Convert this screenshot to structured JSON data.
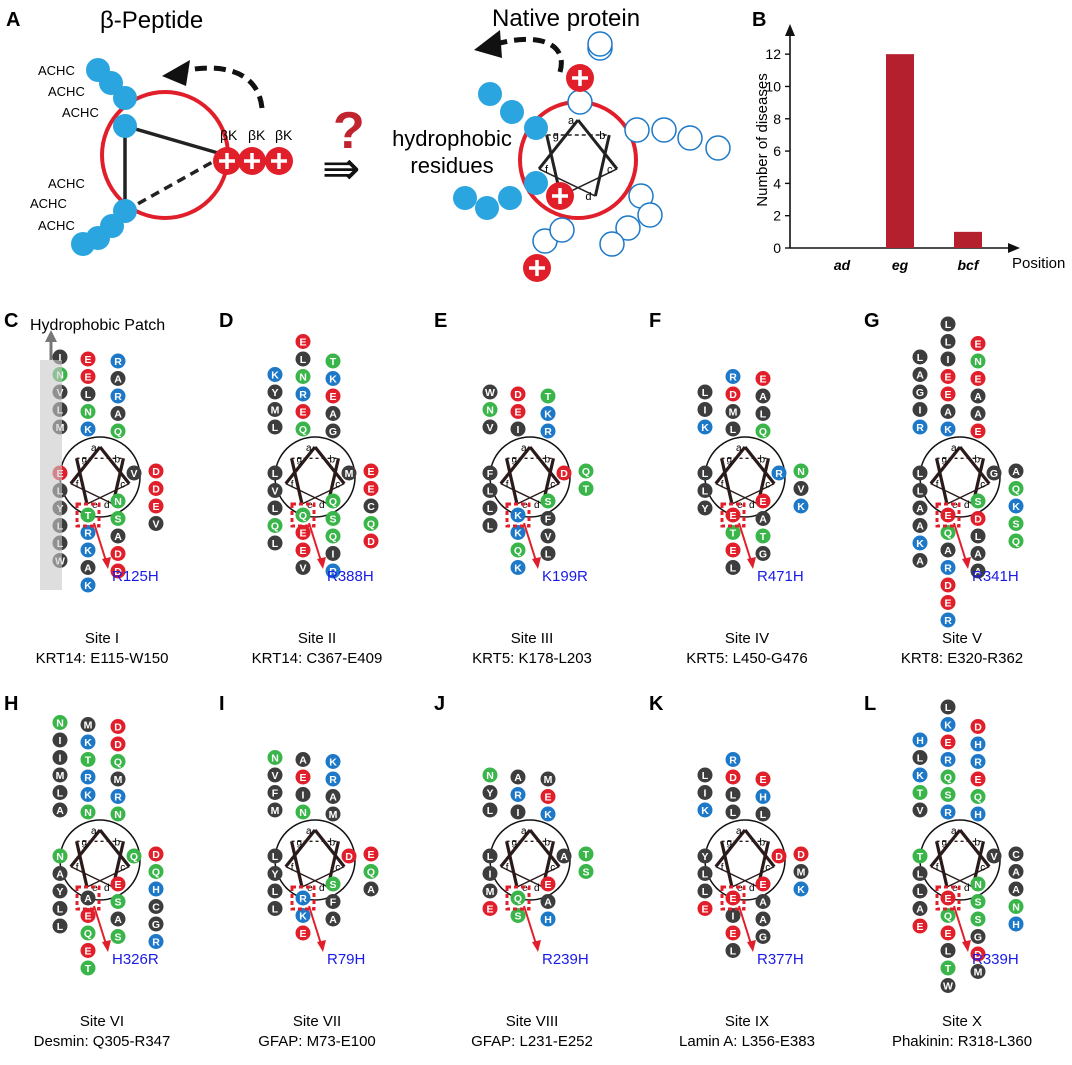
{
  "colors": {
    "hydrophobic": "#3d3d3d",
    "acidic": "#e11f2a",
    "basic": "#1d79c8",
    "polar": "#3ab54a",
    "beta_blue": "#2aa5df",
    "dark_red": "#b5202e",
    "mutation_blue": "#1a1ae6",
    "text": "#111111"
  },
  "panel_a": {
    "letter": "A",
    "beta_title": "β-Peptide",
    "native_title": "Native protein",
    "achc": "ACHC",
    "bk": "βK",
    "question": "?",
    "arrow_glyph": "⇛",
    "hydrophobic_residues": [
      "hydrophobic",
      "residues"
    ],
    "wheel_positions": [
      "a",
      "b",
      "c",
      "d",
      "e",
      "f",
      "g"
    ]
  },
  "chart_data": {
    "type": "bar",
    "letter": "B",
    "categories": [
      "ad",
      "eg",
      "bcf"
    ],
    "values": [
      0,
      12,
      1
    ],
    "xlabel": "Position",
    "ylabel": "Number of diseases",
    "ylim": [
      0,
      13
    ],
    "yticks": [
      0,
      2,
      4,
      6,
      8,
      10,
      12
    ],
    "grid": false,
    "legend": "none",
    "bar_color": "#b5202e"
  },
  "panel_c_extra": {
    "hydrophobic_patch": "Hydrophobic Patch"
  },
  "sites": [
    {
      "letter": "C",
      "title": "Site I",
      "range": "KRT14:  E115-W150",
      "mutation": "R125H",
      "stack_left": [
        "I",
        "N",
        "V",
        "L",
        "M"
      ],
      "stack_right": [
        "R",
        "A",
        "R",
        "A",
        "Q"
      ],
      "stack_inner": [
        "E",
        "E",
        "L",
        "N",
        "K"
      ],
      "helix_left": [
        "E",
        "L",
        "Y",
        "L",
        "L",
        "W"
      ],
      "helix_bottom": [
        "T",
        "R",
        "K",
        "A",
        "K"
      ],
      "helix_right_outer": [
        "D",
        "D",
        "E",
        "V"
      ],
      "helix_right_inner": [
        "N",
        "S",
        "A",
        "D",
        "D"
      ],
      "wheel_f": "V"
    },
    {
      "letter": "D",
      "title": "Site II",
      "range": "KRT14: C367-E409",
      "mutation": "R388H",
      "stack_left": [
        "K",
        "Y",
        "M",
        "L"
      ],
      "stack_right": [
        "T",
        "K",
        "E",
        "A",
        "G"
      ],
      "stack_inner": [
        "E",
        "L",
        "N",
        "R",
        "E",
        "Q"
      ],
      "helix_left": [
        "L",
        "V",
        "L",
        "Q",
        "L"
      ],
      "helix_bottom": [
        "Q",
        "E",
        "E",
        "V"
      ],
      "helix_right_outer": [
        "E",
        "E",
        "C",
        "Q",
        "D"
      ],
      "helix_right_inner": [
        "Q",
        "S",
        "Q",
        "I",
        "R"
      ],
      "wheel_f": "M"
    },
    {
      "letter": "E",
      "title": "Site III",
      "range": "KRT5: K178-L203",
      "mutation": "K199R",
      "stack_left": [
        "W",
        "N",
        "V"
      ],
      "stack_right": [
        "T",
        "K",
        "R"
      ],
      "stack_inner": [
        "D",
        "E",
        "I"
      ],
      "helix_left": [
        "F",
        "L",
        "L",
        "L"
      ],
      "helix_bottom": [
        "K",
        "K",
        "Q",
        "K"
      ],
      "helix_right_outer": [
        "Q",
        "T"
      ],
      "helix_right_inner": [
        "S",
        "F",
        "V",
        "L"
      ],
      "wheel_f": "D"
    },
    {
      "letter": "F",
      "title": "Site IV",
      "range": "KRT5: L450-G476",
      "mutation": "R471H",
      "stack_left": [
        "L",
        "I",
        "K"
      ],
      "stack_right": [
        "E",
        "A",
        "L",
        "Q"
      ],
      "stack_inner": [
        "R",
        "D",
        "M",
        "L"
      ],
      "helix_left": [
        "L",
        "L",
        "Y"
      ],
      "helix_bottom": [
        "E",
        "T",
        "E",
        "L"
      ],
      "helix_right_outer": [
        "N",
        "V",
        "K"
      ],
      "helix_right_inner": [
        "E",
        "A",
        "T",
        "G"
      ],
      "wheel_f": "R"
    },
    {
      "letter": "G",
      "title": "Site V",
      "range": "KRT8: E320-R362",
      "mutation": "R341H",
      "stack_left": [
        "L",
        "A",
        "G",
        "I",
        "R"
      ],
      "stack_right": [
        "E",
        "N",
        "E",
        "A",
        "A",
        "E"
      ],
      "stack_inner": [
        "L",
        "L",
        "I",
        "E",
        "E",
        "A",
        "K"
      ],
      "helix_left": [
        "L",
        "L",
        "A",
        "A",
        "K",
        "A"
      ],
      "helix_bottom": [
        "E",
        "Q",
        "A",
        "R",
        "D",
        "E",
        "R"
      ],
      "helix_right_outer": [
        "A",
        "Q",
        "K",
        "S",
        "Q"
      ],
      "helix_right_inner": [
        "S",
        "D",
        "L",
        "A",
        "A"
      ],
      "wheel_f": "G"
    },
    {
      "letter": "H",
      "title": "Site VI",
      "range": "Desmin: Q305-R347",
      "mutation": "H326R",
      "stack_left": [
        "N",
        "I",
        "I",
        "M",
        "L",
        "A"
      ],
      "stack_right": [
        "D",
        "D",
        "Q",
        "M",
        "R",
        "N"
      ],
      "stack_inner": [
        "M",
        "K",
        "T",
        "R",
        "K",
        "N"
      ],
      "helix_left": [
        "N",
        "A",
        "Y",
        "L",
        "L"
      ],
      "helix_bottom": [
        "A",
        "E",
        "Q",
        "E",
        "T"
      ],
      "helix_right_outer": [
        "D",
        "Q",
        "H",
        "C",
        "G",
        "R"
      ],
      "helix_right_inner": [
        "E",
        "S",
        "A",
        "S"
      ],
      "wheel_f": "Q"
    },
    {
      "letter": "I",
      "title": "Site VII",
      "range": "GFAP: M73-E100",
      "mutation": "R79H",
      "stack_left": [
        "N",
        "V",
        "F",
        "M"
      ],
      "stack_right": [
        "K",
        "R",
        "A",
        "M"
      ],
      "stack_inner": [
        "A",
        "E",
        "I",
        "N"
      ],
      "helix_left": [
        "L",
        "Y",
        "L",
        "L"
      ],
      "helix_bottom": [
        "R",
        "K",
        "E"
      ],
      "helix_right_outer": [
        "E",
        "Q",
        "A"
      ],
      "helix_right_inner": [
        "S",
        "F",
        "A"
      ],
      "wheel_f": "D"
    },
    {
      "letter": "J",
      "title": "Site VIII",
      "range": "GFAP: L231-E252",
      "mutation": "R239H",
      "stack_left": [
        "N",
        "Y",
        "L"
      ],
      "stack_right": [
        "M",
        "E",
        "K"
      ],
      "stack_inner": [
        "A",
        "R",
        "I"
      ],
      "helix_left": [
        "L",
        "I",
        "M",
        "E"
      ],
      "helix_bottom": [
        "Q",
        "S"
      ],
      "helix_right_outer": [
        "T",
        "S"
      ],
      "helix_right_inner": [
        "E",
        "A",
        "H"
      ],
      "wheel_f": "A"
    },
    {
      "letter": "K",
      "title": "Site IX",
      "range": "Lamin A: L356-E383",
      "mutation": "R377H",
      "stack_left": [
        "L",
        "I",
        "K"
      ],
      "stack_right": [
        "E",
        "H",
        "L"
      ],
      "stack_inner": [
        "R",
        "D",
        "L",
        "L"
      ],
      "helix_left": [
        "Y",
        "L",
        "L",
        "E"
      ],
      "helix_bottom": [
        "E",
        "I",
        "E",
        "L"
      ],
      "helix_right_outer": [
        "D",
        "M",
        "K"
      ],
      "helix_right_inner": [
        "E",
        "A",
        "A",
        "G"
      ],
      "wheel_f": "D"
    },
    {
      "letter": "L",
      "title": "Site X",
      "range": "Phakinin: R318-L360",
      "mutation": "R339H",
      "stack_left": [
        "H",
        "L",
        "K",
        "T",
        "V"
      ],
      "stack_right": [
        "D",
        "H",
        "R",
        "E",
        "Q",
        "H"
      ],
      "stack_inner": [
        "L",
        "K",
        "E",
        "R",
        "Q",
        "S",
        "R"
      ],
      "helix_left": [
        "T",
        "L",
        "L",
        "A",
        "E"
      ],
      "helix_bottom": [
        "E",
        "Q",
        "E",
        "L",
        "T",
        "W"
      ],
      "helix_right_outer": [
        "C",
        "A",
        "A",
        "N",
        "H"
      ],
      "helix_right_inner": [
        "N",
        "S",
        "S",
        "G",
        "D",
        "M"
      ],
      "wheel_f": "V"
    }
  ]
}
